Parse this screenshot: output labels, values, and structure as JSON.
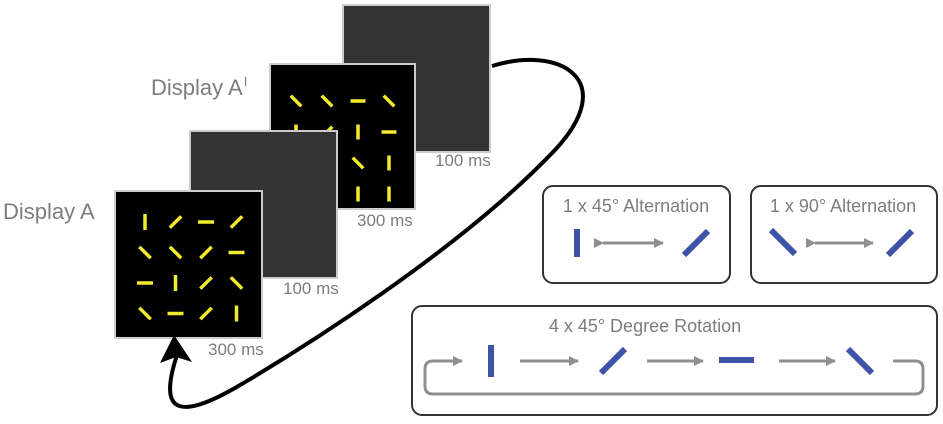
{
  "displays": {
    "display_a_label": "Display A",
    "display_a_prime_label": "Display A",
    "display_a_prime_superscript": "I"
  },
  "timings": {
    "a_duration": "300 ms",
    "blank1_duration": "100 ms",
    "a_prime_duration": "300 ms",
    "blank2_duration": "100 ms"
  },
  "conditions": {
    "alternation_45": {
      "title": "1 x 45° Alternation"
    },
    "alternation_90": {
      "title": "1 x 90° Alternation"
    },
    "rotation_4x45": {
      "title": "4 x 45° Degree Rotation"
    }
  },
  "colors": {
    "element_yellow": "#f2ea2e",
    "element_blue": "#3e53a7",
    "blank_gray": "#333333",
    "stimulus_black": "#000000",
    "arrow_gray": "#8f8f8f",
    "label_gray": "#7d7d7d"
  }
}
